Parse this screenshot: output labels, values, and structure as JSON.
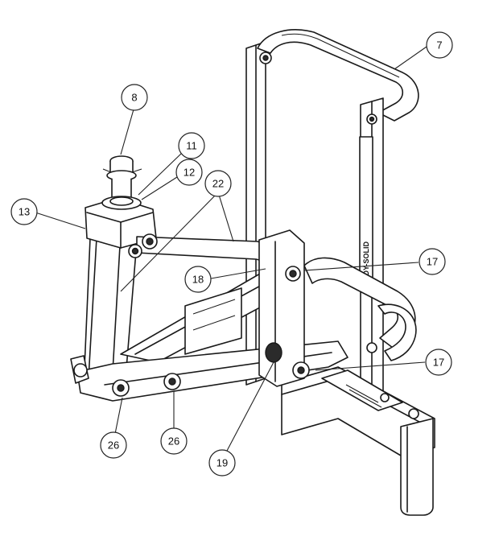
{
  "callouts": [
    {
      "id": "c7",
      "label": "7"
    },
    {
      "id": "c8",
      "label": "8"
    },
    {
      "id": "c11",
      "label": "11"
    },
    {
      "id": "c12",
      "label": "12"
    },
    {
      "id": "c13",
      "label": "13"
    },
    {
      "id": "c22",
      "label": "22"
    },
    {
      "id": "c17a",
      "label": "17"
    },
    {
      "id": "c18",
      "label": "18"
    },
    {
      "id": "c17b",
      "label": "17"
    },
    {
      "id": "c26a",
      "label": "26"
    },
    {
      "id": "c26b",
      "label": "26"
    },
    {
      "id": "c19",
      "label": "19"
    }
  ],
  "frame_label": "BODY-SOLID"
}
